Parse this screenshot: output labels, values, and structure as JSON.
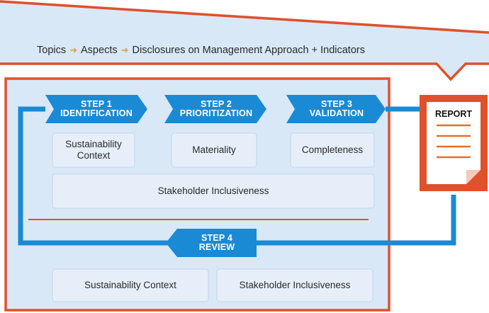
{
  "topics_line": {
    "items": [
      "Topics",
      "Aspects",
      "Disclosures on Management Approach + Indicators"
    ],
    "separator_icon": "arrow-right-icon"
  },
  "steps": [
    {
      "number": "STEP 1",
      "name": "IDENTIFICATION"
    },
    {
      "number": "STEP 2",
      "name": "PRIORITIZATION"
    },
    {
      "number": "STEP 3",
      "name": "VALIDATION"
    },
    {
      "number": "STEP 4",
      "name": "REVIEW"
    }
  ],
  "principles": {
    "step1": "Sustainability Context",
    "step2": "Materiality",
    "step3": "Completeness",
    "shared": "Stakeholder Inclusiveness"
  },
  "review_principles": [
    "Sustainability Context",
    "Stakeholder Inclusiveness"
  ],
  "report": {
    "label": "REPORT",
    "icon": "document-icon"
  },
  "colors": {
    "accent_orange": "#e0512b",
    "step_blue": "#1a8ad4",
    "light_blue": "#d9e8f6",
    "box_fill": "#e6eff9",
    "arrow_gold": "#d8a24a"
  }
}
